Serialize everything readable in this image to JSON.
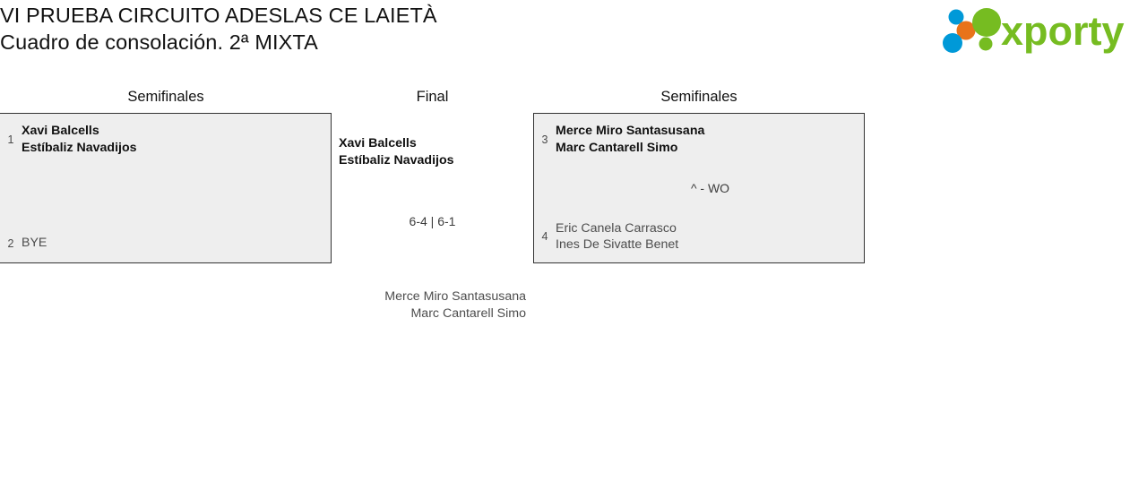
{
  "header": {
    "title_line_1": "VI PRUEBA CIRCUITO ADESLAS CE LAIETÀ",
    "title_line_2": "Cuadro de consolación. 2ª MIXTA",
    "logo_text": "xporty",
    "logo_colors": {
      "green": "#76bc21",
      "blue": "#0099d8",
      "orange": "#e8731a"
    }
  },
  "bracket": {
    "rounds": [
      {
        "label": "Semifinales"
      },
      {
        "label": "Final"
      },
      {
        "label": "Semifinales"
      }
    ],
    "left_match": {
      "top": {
        "seed": "1",
        "player_1": "Xavi Balcells",
        "player_2": "Estíbaliz Navadijos",
        "winner": true
      },
      "bottom": {
        "seed": "2",
        "player_1": "BYE",
        "winner": false
      },
      "score": ""
    },
    "right_match": {
      "top": {
        "seed": "3",
        "player_1": "Merce Miro Santasusana",
        "player_2": "Marc Cantarell Simo",
        "winner": true
      },
      "bottom": {
        "seed": "4",
        "player_1": "Eric Canela Carrasco",
        "player_2": "Ines De Sivatte Benet",
        "winner": false
      },
      "score": "^ - WO"
    },
    "final_match": {
      "winner": {
        "player_1": "Xavi Balcells",
        "player_2": "Estíbaliz Navadijos"
      },
      "score": "6-4 | 6-1",
      "runner_up": {
        "player_1": "Merce Miro Santasusana",
        "player_2": "Marc Cantarell Simo"
      }
    }
  },
  "theme": {
    "box_background": "#eeeeee",
    "box_border": "#333333",
    "text_primary": "#111111",
    "text_secondary": "#4d4d4d"
  }
}
